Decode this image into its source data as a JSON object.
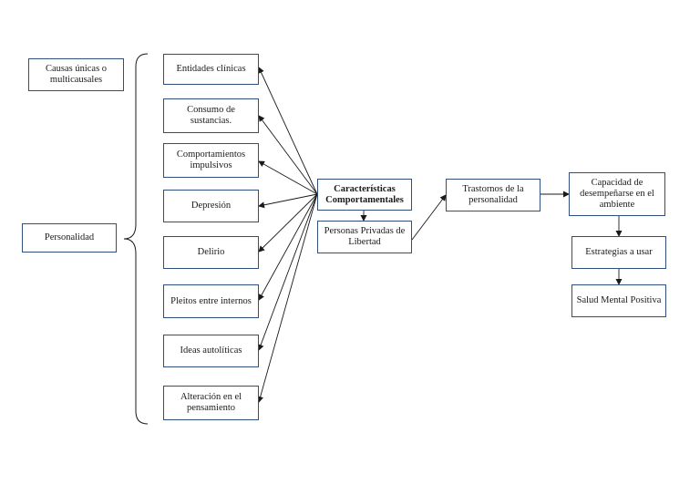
{
  "left_labels": {
    "causas": "Causas únicas o multicausales",
    "personalidad": "Personalidad"
  },
  "factors": [
    "Entidades clínicas",
    "Consumo de sustancias.",
    "Comportamientos impulsivos",
    "Depresión",
    "Delirio",
    "Pleitos entre internos",
    "Ideas autolíticas",
    "Alteración en el pensamiento"
  ],
  "center": {
    "title": "Características Comportamentales",
    "population": "Personas Privadas de Libertad"
  },
  "chain": {
    "trastornos": "Trastornos de la personalidad",
    "capacidad": "Capacidad de desempeñarse en el ambiente",
    "estrategias": "Estrategias a usar",
    "salud": "Salud Mental Positiva"
  }
}
